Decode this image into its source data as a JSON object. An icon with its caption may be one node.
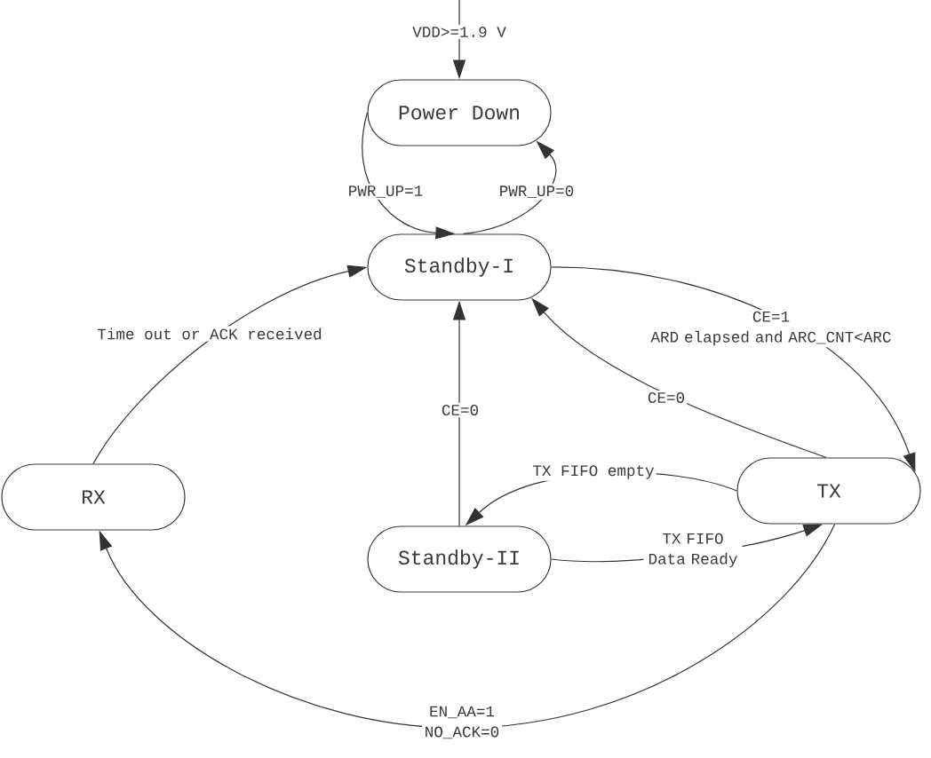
{
  "diagram": {
    "nodes": [
      {
        "text": [
          "Power Down"
        ]
      },
      {
        "text": [
          "Standby-I"
        ]
      },
      {
        "text": [
          "RX"
        ]
      },
      {
        "text": [
          "TX"
        ]
      },
      {
        "text": [
          "Standby-II"
        ]
      }
    ],
    "edges": [
      {
        "from": null,
        "to": 0,
        "arrow": "to",
        "label": "VDD>=1.9 V"
      },
      {
        "from": 0,
        "to": 1,
        "arrow": "to",
        "label": "PWR_UP=1"
      },
      {
        "from": 1,
        "to": 0,
        "arrow": "to",
        "label": "PWR_UP=0"
      },
      {
        "from": 1,
        "to": 3,
        "arrow": "to",
        "label": "CE=1 ARD elapsed and ARC_CNT<ARC"
      },
      {
        "from": 3,
        "to": 1,
        "arrow": "to",
        "label": "CE=0"
      },
      {
        "from": 4,
        "to": 1,
        "arrow": "to",
        "label": "CE=0"
      },
      {
        "from": 3,
        "to": 4,
        "arrow": "to",
        "label": "TX FIFO empty"
      },
      {
        "from": 4,
        "to": 3,
        "arrow": "to",
        "label": "TX FIFO Data Ready"
      },
      {
        "from": 3,
        "to": 2,
        "arrow": "to",
        "label": "EN_AA=1 NO_ACK=0"
      },
      {
        "from": 2,
        "to": 1,
        "arrow": "to",
        "label": "Time out or ACK received"
      }
    ]
  }
}
